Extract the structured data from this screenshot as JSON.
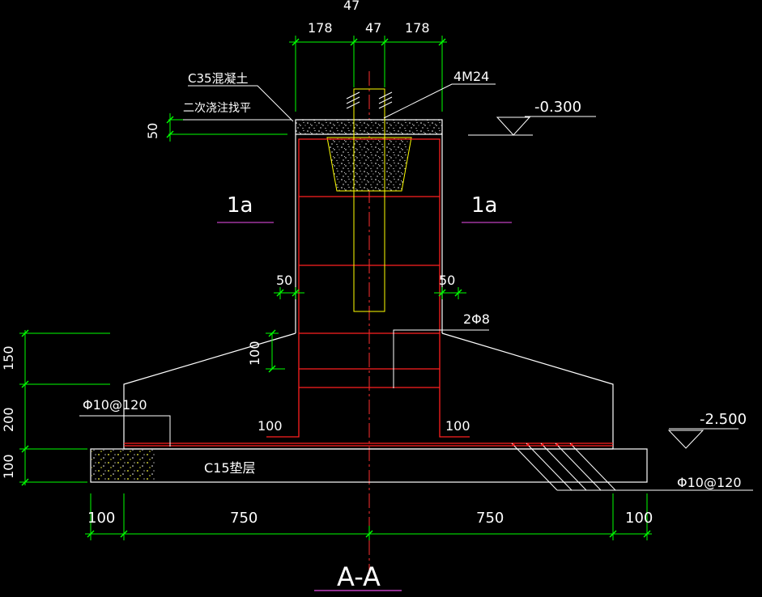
{
  "colors": {
    "background": "#000000",
    "dimension": "#00ff00",
    "outline": "#ffffff",
    "rebar": "#ff2020",
    "bolt": "#ffff00",
    "centerline": "#ff3030",
    "label_underline": "#c040c0"
  },
  "labels": {
    "top_cut": "47",
    "dim_178_left": "178",
    "dim_47": "47",
    "dim_178_right": "178",
    "concrete_c35": "C35混凝土",
    "grout": "二次浇注找平",
    "bolts": "4M24",
    "elev_top": "-0.300",
    "dim_50_top": "50",
    "section_1a_left": "1a",
    "section_1a_right": "1a",
    "dim_50_left": "50",
    "dim_50_right": "50",
    "rebar_2phi8": "2Φ8",
    "dim_150": "150",
    "dim_100_left_stub": "100",
    "dim_200": "200",
    "rebar_phi10_left": "Φ10@120",
    "hook_100_left": "100",
    "hook_100_right": "100",
    "elev_bottom": "-2.500",
    "dim_100_cushion": "100",
    "c15_cushion": "C15垫层",
    "rebar_phi10_right": "Φ10@120",
    "bottom_100_left": "100",
    "bottom_750_left": "750",
    "bottom_750_right": "750",
    "bottom_100_right": "100",
    "section_title": "A-A"
  }
}
